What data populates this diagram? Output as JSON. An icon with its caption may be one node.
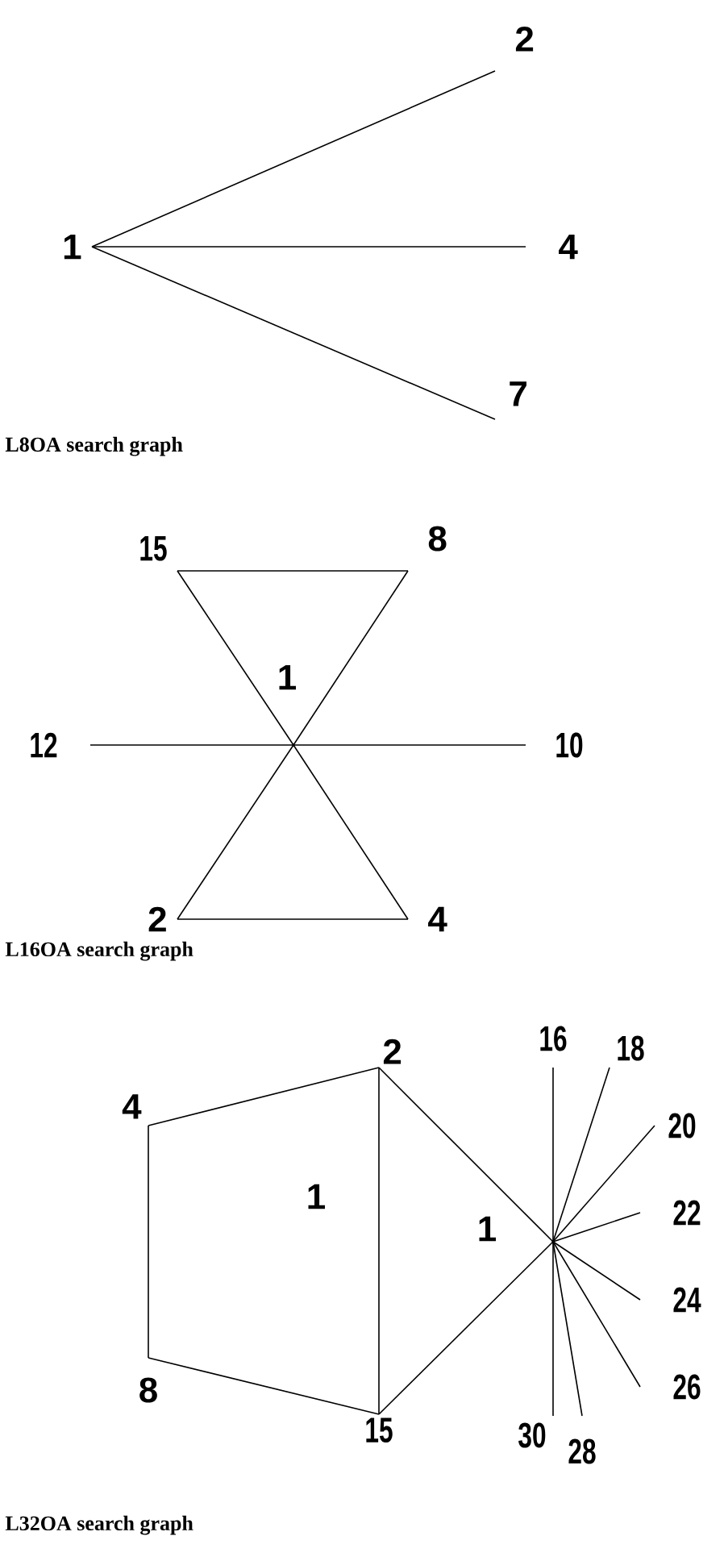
{
  "diagram": {
    "nodes": [
      {
        "text": [
          "1"
        ]
      },
      {
        "text": [
          "2"
        ]
      },
      {
        "text": [
          "4"
        ]
      },
      {
        "text": [
          "7"
        ]
      },
      {
        "text": [
          "15"
        ]
      },
      {
        "text": [
          "8"
        ]
      },
      {
        "text": [
          "12"
        ]
      },
      {
        "text": [
          "10"
        ]
      },
      {
        "text": [
          "2"
        ]
      },
      {
        "text": [
          "4"
        ]
      },
      {
        "text": [
          "2"
        ]
      },
      {
        "text": [
          "16"
        ]
      },
      {
        "text": [
          "18"
        ]
      },
      {
        "text": [
          "4"
        ]
      },
      {
        "text": [
          "20"
        ]
      },
      {
        "text": [
          "22"
        ]
      },
      {
        "text": [],
        "shape": "point"
      },
      {
        "text": [
          "24"
        ]
      },
      {
        "text": [
          "8"
        ]
      },
      {
        "text": [
          "26"
        ]
      },
      {
        "text": [
          "15"
        ]
      },
      {
        "text": [
          "30"
        ]
      },
      {
        "text": [
          "28"
        ]
      },
      {
        "text": [],
        "shape": "point"
      }
    ],
    "edges": [
      {
        "from": 0,
        "to": 1,
        "arrow": "none"
      },
      {
        "from": 0,
        "to": 2,
        "arrow": "none"
      },
      {
        "from": 0,
        "to": 3,
        "arrow": "none"
      },
      {
        "from": 4,
        "to": 5,
        "arrow": "none"
      },
      {
        "from": 8,
        "to": 9,
        "arrow": "none"
      },
      {
        "from": 16,
        "to": 4,
        "arrow": "none"
      },
      {
        "from": 16,
        "to": 5,
        "arrow": "none"
      },
      {
        "from": 16,
        "to": 6,
        "arrow": "none"
      },
      {
        "from": 16,
        "to": 7,
        "arrow": "none"
      },
      {
        "from": 16,
        "to": 8,
        "arrow": "none"
      },
      {
        "from": 16,
        "to": 9,
        "arrow": "none"
      },
      {
        "from": 13,
        "to": 10,
        "arrow": "none"
      },
      {
        "from": 13,
        "to": 18,
        "arrow": "none"
      },
      {
        "from": 18,
        "to": 20,
        "arrow": "none"
      },
      {
        "from": 10,
        "to": 20,
        "arrow": "none"
      },
      {
        "from": 10,
        "to": 23,
        "arrow": "none"
      },
      {
        "from": 20,
        "to": 23,
        "arrow": "none"
      },
      {
        "from": 23,
        "to": 11,
        "arrow": "none"
      },
      {
        "from": 23,
        "to": 12,
        "arrow": "none"
      },
      {
        "from": 23,
        "to": 14,
        "arrow": "none"
      },
      {
        "from": 23,
        "to": 15,
        "arrow": "none"
      },
      {
        "from": 23,
        "to": 17,
        "arrow": "none"
      },
      {
        "from": 23,
        "to": 19,
        "arrow": "none"
      },
      {
        "from": 23,
        "to": 22,
        "arrow": "none"
      },
      {
        "from": 23,
        "to": 21,
        "arrow": "none"
      }
    ],
    "labels": [
      "L8OA  search graph",
      "1",
      "L16OA  search graph",
      "1",
      "1",
      "L32OA search graph"
    ]
  }
}
